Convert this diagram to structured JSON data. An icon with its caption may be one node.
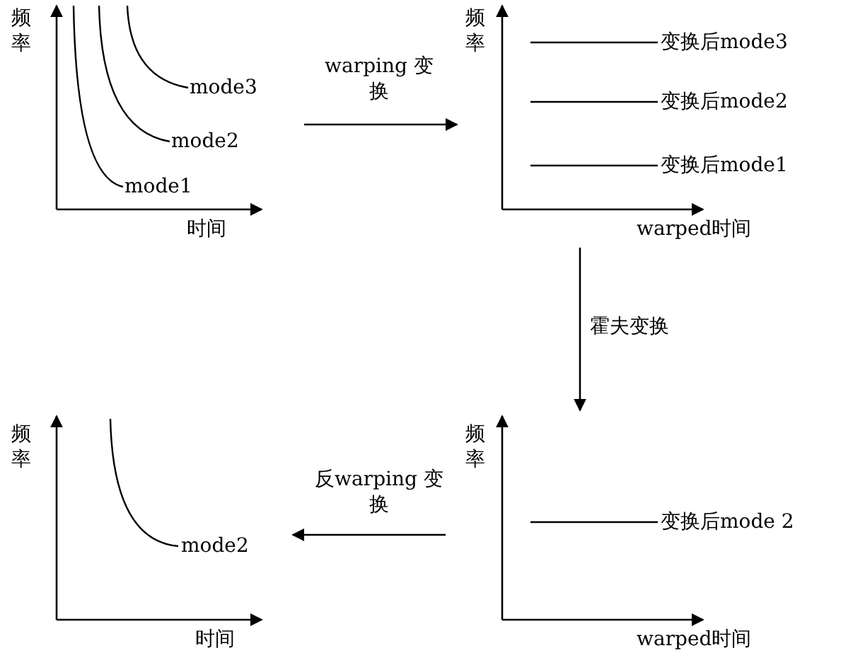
{
  "diagram": {
    "nodes": [
      {
        "text": [
          "频率",
          "mode3",
          "mode2",
          "mode1",
          "时间"
        ]
      },
      {
        "text": [
          "频率",
          "变换后mode3",
          "变换后mode2",
          "变换后mode1",
          "warped时间"
        ]
      },
      {
        "text": [
          "频率",
          "mode2",
          "时间"
        ]
      },
      {
        "text": [
          "频率",
          "变换后mode 2",
          "warped时间"
        ]
      }
    ],
    "edges": [
      {
        "from": 0,
        "to": 1,
        "arrow": "to",
        "label": "warping 变换"
      },
      {
        "from": 1,
        "to": 3,
        "arrow": "to",
        "label": "霍夫变换"
      },
      {
        "from": 3,
        "to": 2,
        "arrow": "to",
        "label": "反warping 变换"
      }
    ]
  }
}
